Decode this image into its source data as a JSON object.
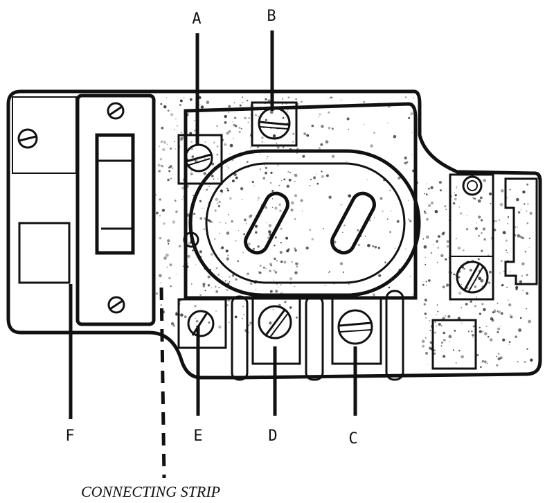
{
  "labels": {
    "a": "A",
    "b": "B",
    "c": "C",
    "d": "D",
    "e": "E",
    "f": "F"
  },
  "caption": "CONNECTING STRIP",
  "colors": {
    "ink": "#111111",
    "paper": "#ffffff"
  },
  "icons": [
    "screw-head-icon",
    "oval-socket-icon",
    "connector-tab-icon"
  ]
}
